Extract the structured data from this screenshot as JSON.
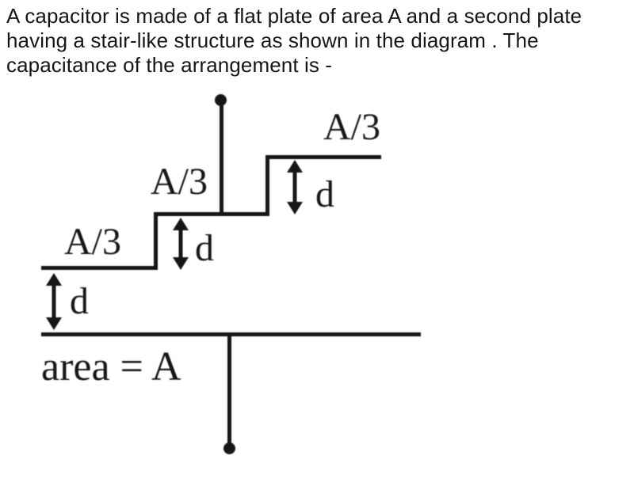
{
  "question": {
    "lines": [
      "A capacitor is made of a flat plate of area A and a second plate",
      "having a stair-like structure as shown in the diagram . The",
      "capacitance of the arrangement is -"
    ]
  },
  "diagram": {
    "step_area_labels": [
      "A/3",
      "A/3",
      "A/3"
    ],
    "gap_labels": [
      "d",
      "d",
      "d"
    ],
    "plate_label": "area = A",
    "colors": {
      "ink": "#161616",
      "background": "#ffffff"
    }
  }
}
